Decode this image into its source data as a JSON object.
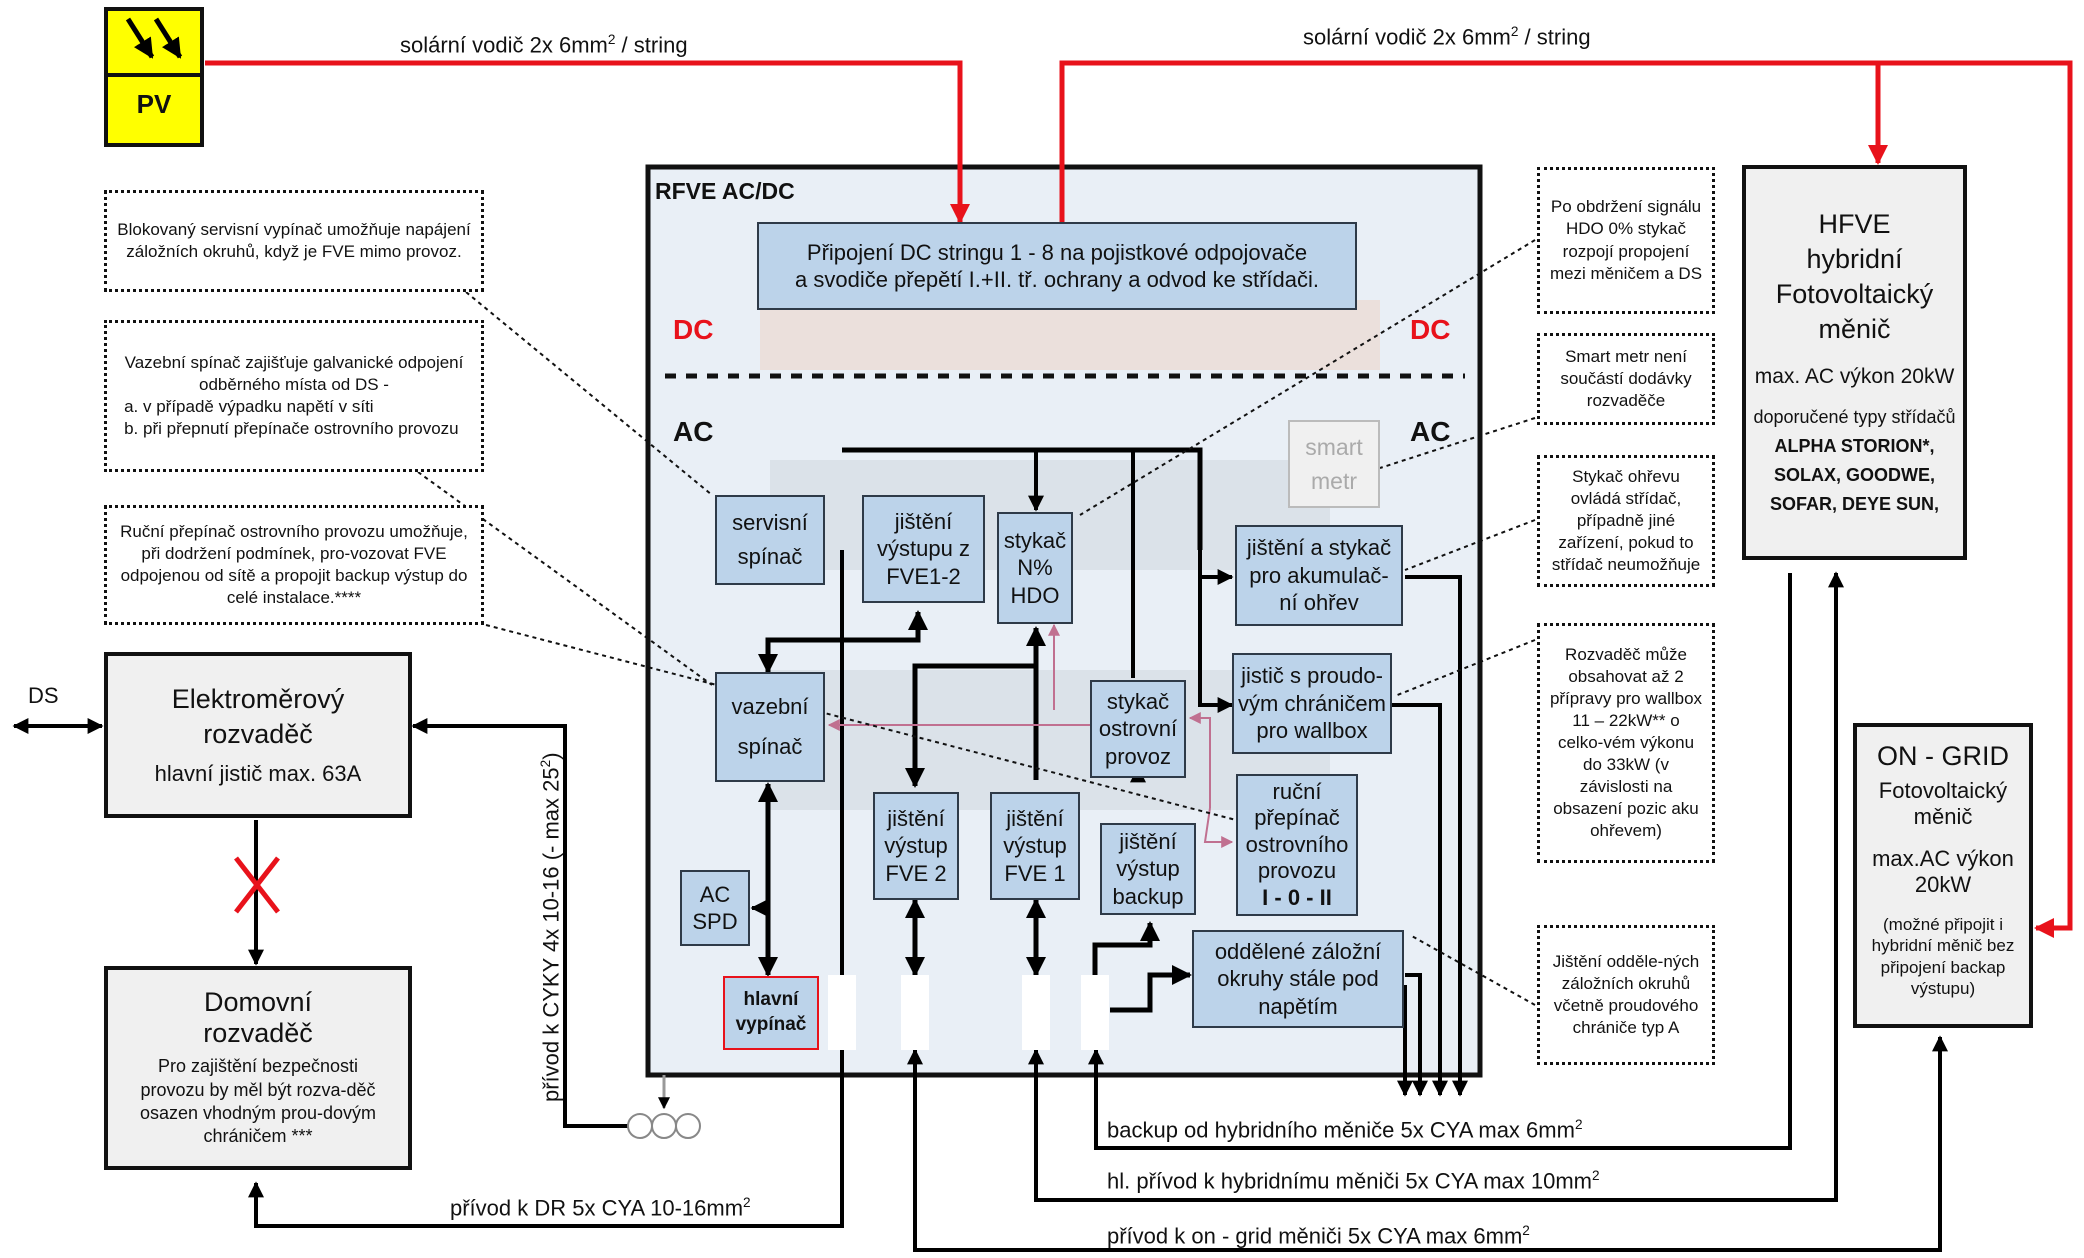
{
  "pv": {
    "label": "PV"
  },
  "labels": {
    "solar_top_left": "solární vodič 2x 6mm",
    "solar_top_right": "solární vodič 2x 6mm",
    "solar_suffix": " / string",
    "sup2": "2",
    "ds": "DS",
    "cyky": "přívod k  CYKY  4x 10-16 (- max 25",
    "cyky_tail": ")",
    "privod_dr": "přívod k DR 5x CYA  10-16mm",
    "backup_hybrid": "backup od hybridního měniče 5x CYA max 6mm",
    "hl_privod": "hl. přívod k hybridnímu měniči 5x CYA  max 10mm",
    "privod_ongrid": "přívod k on - grid měniči 5x CYA  max 6mm"
  },
  "rfve": {
    "title": "RFVE AC/DC",
    "dc_left": "DC",
    "dc_right": "DC",
    "ac_left": "AC",
    "ac_right": "AC",
    "dc_box_line1": "Připojení DC stringu 1 - 8 na pojistkové odpojovače",
    "dc_box_line2": "a svodiče přepětí I.+II. tř. ochrany a odvod ke střídači.",
    "smart_metr_1": "smart",
    "smart_metr_2": "metr"
  },
  "blocks": {
    "servisni_1": "servisní",
    "servisni_2": "spínač",
    "jisteni_fve12_1": "jištění",
    "jisteni_fve12_2": "výstupu z",
    "jisteni_fve12_3": "FVE1-2",
    "stykac_hdo_1": "stykač",
    "stykac_hdo_2": "N%",
    "stykac_hdo_3": "HDO",
    "jisteni_akum_1": "jištění a stykač",
    "jisteni_akum_2": "pro akumulač-",
    "jisteni_akum_3": "ní ohřev",
    "jistic_wallbox_1": "jistič s proudo-",
    "jistic_wallbox_2": "vým chráničem",
    "jistic_wallbox_3": "pro wallbox",
    "vazebni_1": "vazební",
    "vazebni_2": "spínač",
    "stykac_ostrov_1": "stykač",
    "stykac_ostrov_2": "ostrovní",
    "stykac_ostrov_3": "provoz",
    "fve2_1": "jištění",
    "fve2_2": "výstup",
    "fve2_3": "FVE 2",
    "fve1_1": "jištění",
    "fve1_2": "výstup",
    "fve1_3": "FVE 1",
    "backup_1": "jištění",
    "backup_2": "výstup",
    "backup_3": "backup",
    "rucni_1": "ruční",
    "rucni_2": "přepínač",
    "rucni_3": "ostrovního",
    "rucni_4": "provozu",
    "rucni_5": "I - 0 - II",
    "ac_spd_1": "AC",
    "ac_spd_2": "SPD",
    "hlavni_1": "hlavní",
    "hlavni_2": "vypínač",
    "oddelene_1": "oddělené záložní",
    "oddelene_2": "okruhy stále pod",
    "oddelene_3": "napětím"
  },
  "elektromer": {
    "title1": "Elektroměrový",
    "title2": "rozvaděč",
    "sub": "hlavní jistič max. 63A"
  },
  "domovni": {
    "title1": "Domovní",
    "title2": "rozvaděč",
    "text": "Pro zajištění bezpečnosti provozu by měl být rozva-děč osazen vhodným prou-dovým chráničem ***"
  },
  "hfve": {
    "t1": "HFVE",
    "t2": "hybridní",
    "t3": "Fotovoltaický",
    "t4": "měnič",
    "power": "max. AC výkon 20kW",
    "rec": "doporučené typy střídačů",
    "types1": "ALPHA STORION*,",
    "types2": "SOLAX, GOODWE,",
    "types3": "SOFAR, DEYE SUN,"
  },
  "ongrid": {
    "t1": "ON - GRID",
    "t2": "Fotovoltaický",
    "t3": "měnič",
    "p1": "max.AC výkon",
    "p2": "20kW",
    "note": "(možné připojit i hybridní měnič bez připojení backap výstupu)"
  },
  "notes": {
    "blokovany": "Blokovaný servisní vypínač umožňuje napájení záložních okruhů, když je FVE mimo provoz.",
    "vazebni_intro": "Vazební spínač zajišťuje galvanické odpojení odběrného místa od DS -",
    "vazebni_a": "v případě výpadku napětí v síti",
    "vazebni_b": "při přepnutí přepínače ostrovního provozu",
    "rucni": "Ruční přepínač ostrovního provozu umožňuje, při dodržení podmínek, pro-vozovat FVE odpojenou od sítě a propojit backup výstup do celé instalace.****",
    "hdo": "Po obdržení signálu HDO 0% stykač rozpojí propojení mezi měničem a DS",
    "smart": "Smart metr není součástí dodávky rozvaděče",
    "ohrev": "Stykač ohřevu ovládá střídač, případně jiné zařízení, pokud to střídač neumožňuje",
    "wallbox": "Rozvaděč může obsahovat až 2 přípravy pro wallbox 11 – 22kW** o celko-vém výkonu do 33kW (v závislosti na obsazení pozic aku ohřevem)",
    "zalozni": "Jištění odděle-ných záložních okruhů včetně proudového chrániče typ A"
  },
  "colors": {
    "box_blue": "#bcd3ea",
    "dc_red": "#e8121b",
    "pv_yellow": "#ffff00",
    "panel_bg": "#e9eff6"
  }
}
